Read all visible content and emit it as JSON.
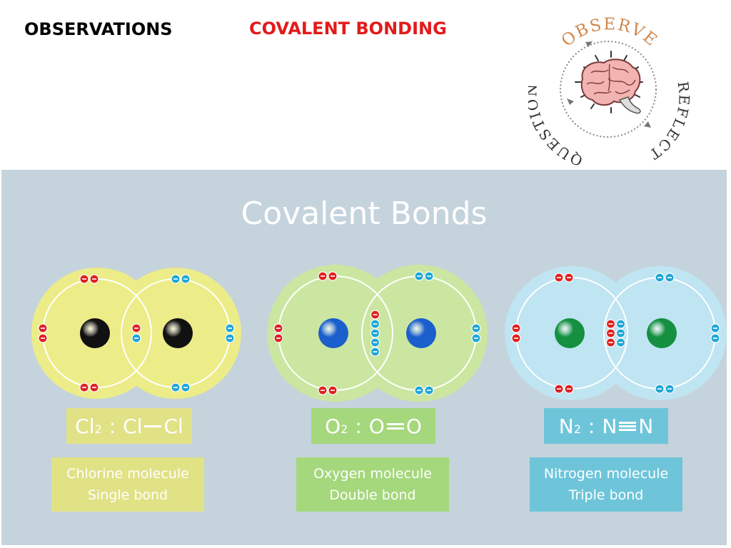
{
  "header": {
    "observations": "OBSERVATIONS",
    "topic": "COVALENT BONDING"
  },
  "cycle": {
    "observe": "OBSERVE",
    "reflect": "REFLECT",
    "question": "QUESTION",
    "center_icon": "brain-icon"
  },
  "panel": {
    "title": "Covalent Bonds"
  },
  "molecules": [
    {
      "formula_main": "Cl",
      "formula_sub": "2",
      "formula_sep": ":",
      "atom_left": "Cl",
      "atom_right": "Cl",
      "bond": "single",
      "name": "Chlorine molecule",
      "bond_label": "Single bond",
      "shell_color": "#ecec88",
      "label_color": "#e1e186",
      "atom_color": "#111111",
      "shared_pairs": 1
    },
    {
      "formula_main": "O",
      "formula_sub": "2",
      "formula_sep": ":",
      "atom_left": "O",
      "atom_right": "O",
      "bond": "double",
      "name": "Oxygen molecule",
      "bond_label": "Double bond",
      "shell_color": "#cbe6a0",
      "label_color": "#a5d77c",
      "atom_color": "#1a5fcc",
      "shared_pairs": 2
    },
    {
      "formula_main": "N",
      "formula_sub": "2",
      "formula_sep": ":",
      "atom_left": "N",
      "atom_right": "N",
      "bond": "triple",
      "name": "Nitrogen molecule",
      "bond_label": "Triple bond",
      "shell_color": "#bfe4f2",
      "label_color": "#6ec5da",
      "atom_color": "#149040",
      "shared_pairs": 3
    }
  ],
  "electron_colors": {
    "left": "#e02020",
    "right": "#1fa6d6"
  }
}
